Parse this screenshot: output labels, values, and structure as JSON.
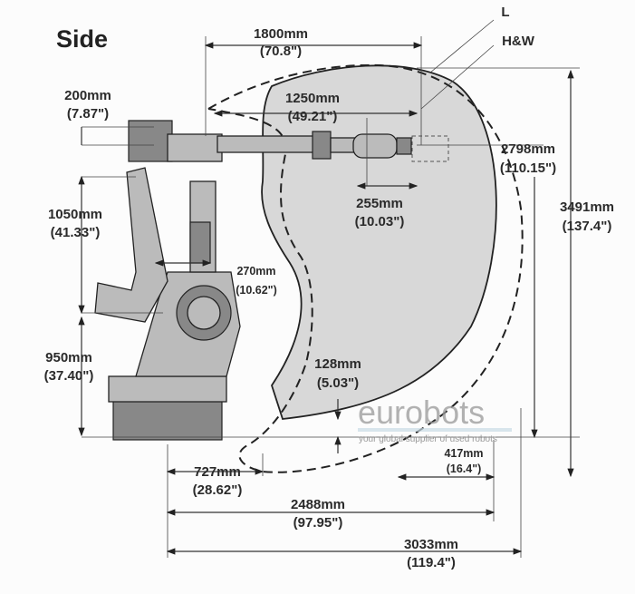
{
  "title": "Side",
  "labels": {
    "L": "L",
    "HW": "H&W",
    "d1800": [
      "1800mm",
      "(70.8\")"
    ],
    "d200": [
      "200mm",
      "(7.87\")"
    ],
    "d1250": [
      "1250mm",
      "(49.21\")"
    ],
    "d2798": [
      "2798mm",
      "(110.15\")"
    ],
    "d3491": [
      "3491mm",
      "(137.4\")"
    ],
    "d255": [
      "255mm",
      "(10.03\")"
    ],
    "d1050": [
      "1050mm",
      "(41.33\")"
    ],
    "d270": [
      "270mm",
      "(10.62\")"
    ],
    "d950": [
      "950mm",
      "(37.40\")"
    ],
    "d128": [
      "128mm",
      "(5.03\")"
    ],
    "d417": [
      "417mm",
      "(16.4\")"
    ],
    "d727": [
      "727mm",
      "(28.62\")"
    ],
    "d2488": [
      "2488mm",
      "(97.95\")"
    ],
    "d3033": [
      "3033mm",
      "(119.4\")"
    ]
  },
  "watermark": {
    "brand": "eurobots",
    "tagline": "your global supplier of used robots"
  }
}
